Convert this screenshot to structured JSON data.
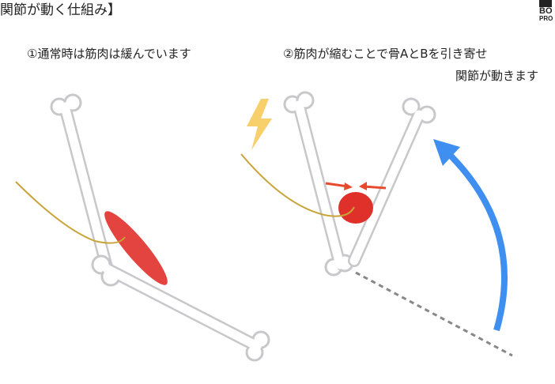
{
  "title": "関節が動く仕組み】",
  "logo": {
    "line1": "BO",
    "line2": "PRO"
  },
  "captions": {
    "relaxed": "①通常時は筋肉は緩んでいます",
    "contracted_line1": "②筋肉が縮むことで骨AとBを引き寄せ",
    "contracted_line2": "関節が動きます"
  },
  "colors": {
    "muscle": "#e0302a",
    "nerve": "#c9a43a",
    "arrow_blue": "#3f8ff0",
    "arrow_red": "#e84a2e",
    "bolt": "#f7cf6b",
    "bone_outline": "#c8c8cc"
  }
}
